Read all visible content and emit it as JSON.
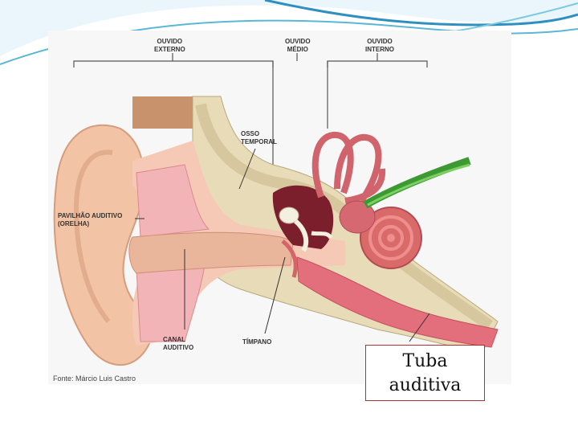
{
  "colors": {
    "header_wave": "#5bb7d6",
    "skin": "#f2c3a4",
    "bone": "#e8dcb8",
    "canal_pink": "#f3b4b8",
    "cochlea": "#d96a6a",
    "nerve": "#3d9a33",
    "caption_border": "#aa3333"
  },
  "sections": {
    "externo": "OUVIDO\nEXTERNO",
    "medio": "OUVIDO\nMÉDIO",
    "interno": "OUVIDO\nINTERNO"
  },
  "labels": {
    "osso": "OSSO\nTEMPORAL",
    "pavilhao": "PAVILHÃO AUDITIVO\n(ORELHA)",
    "canal": "CANAL\nAUDITIVO",
    "timpano": "TÍMPANO"
  },
  "source": "Fonte: Márcio Luis Castro",
  "caption": {
    "line1": "Tuba",
    "line2": "auditiva"
  }
}
